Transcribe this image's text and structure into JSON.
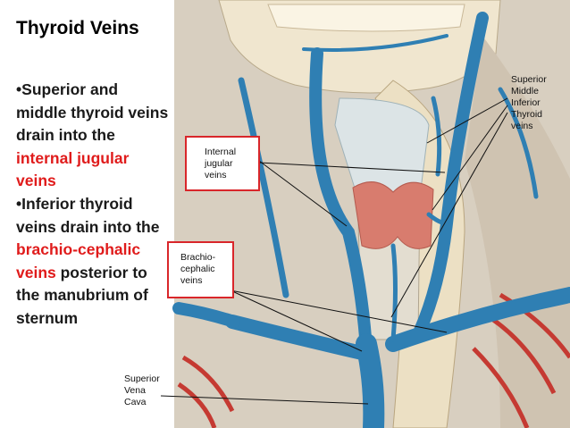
{
  "slide": {
    "title": "Thyroid Veins",
    "bullets": [
      {
        "bullet": "•",
        "pre": "Superior and middle thyroid veins drain into the ",
        "highlight": "internal jugular veins",
        "post": ""
      },
      {
        "bullet": "•",
        "pre": "Inferior thyroid veins drain into the ",
        "highlight": "brachio-cephalic veins",
        "post": " posterior to the manubrium of sternum"
      }
    ],
    "highlight_color": "#e01b1b",
    "labels": {
      "thyroid_veins": [
        "Superior",
        "Middle",
        "Inferior",
        "Thyroid",
        "veins"
      ],
      "internal_jugular": [
        "Internal",
        "jugular",
        "veins"
      ],
      "brachiocephalic": [
        "Brachio-",
        "cephalic",
        "veins"
      ],
      "svc": [
        "Superior",
        "Vena",
        "Cava"
      ]
    }
  }
}
